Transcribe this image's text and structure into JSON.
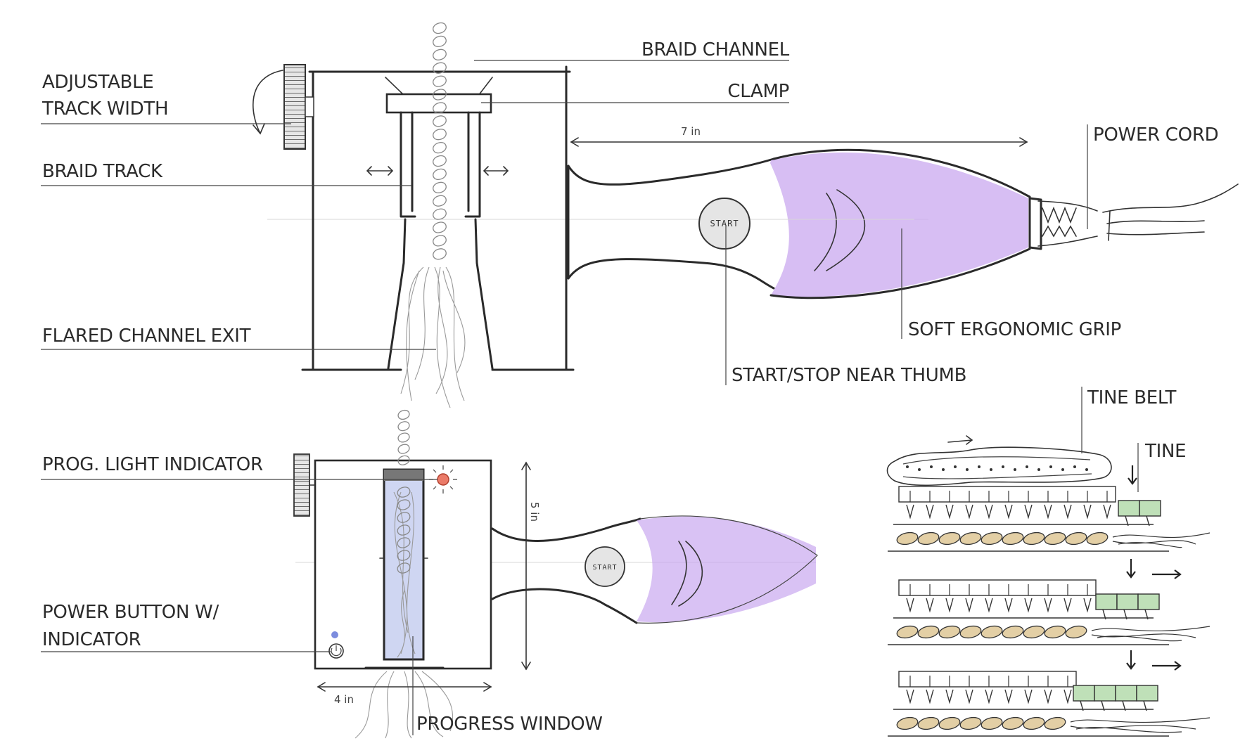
{
  "labels": {
    "braid_channel": "BRAID CHANNEL",
    "clamp": "CLAMP",
    "adjustable_track_width_1": "ADJUSTABLE",
    "adjustable_track_width_2": "TRACK WIDTH",
    "braid_track": "BRAID TRACK",
    "power_cord": "POWER CORD",
    "flared_channel_exit": "FLARED CHANNEL EXIT",
    "soft_ergonomic_grip": "SOFT ERGONOMIC GRIP",
    "start_stop_near_thumb": "START/STOP NEAR THUMB",
    "tine_belt": "TINE BELT",
    "tine": "TINE",
    "prog_light_indicator": "PROG. LIGHT INDICATOR",
    "power_button_1": "POWER BUTTON W/",
    "power_button_2": "INDICATOR",
    "progress_window": "PROGRESS WINDOW"
  },
  "dimensions": {
    "length": "7 in",
    "height": "5 in",
    "width": "4 in"
  },
  "buttons": {
    "start_top": "START",
    "start_bottom": "START"
  },
  "colors": {
    "grip": "#c9a8ef",
    "window": "#cfd6f2",
    "tine_block": "#bfe0b8",
    "hair_clump": "#e3cfa5",
    "prog_light": "#e8644f",
    "power_indicator": "#5b6fd6"
  }
}
